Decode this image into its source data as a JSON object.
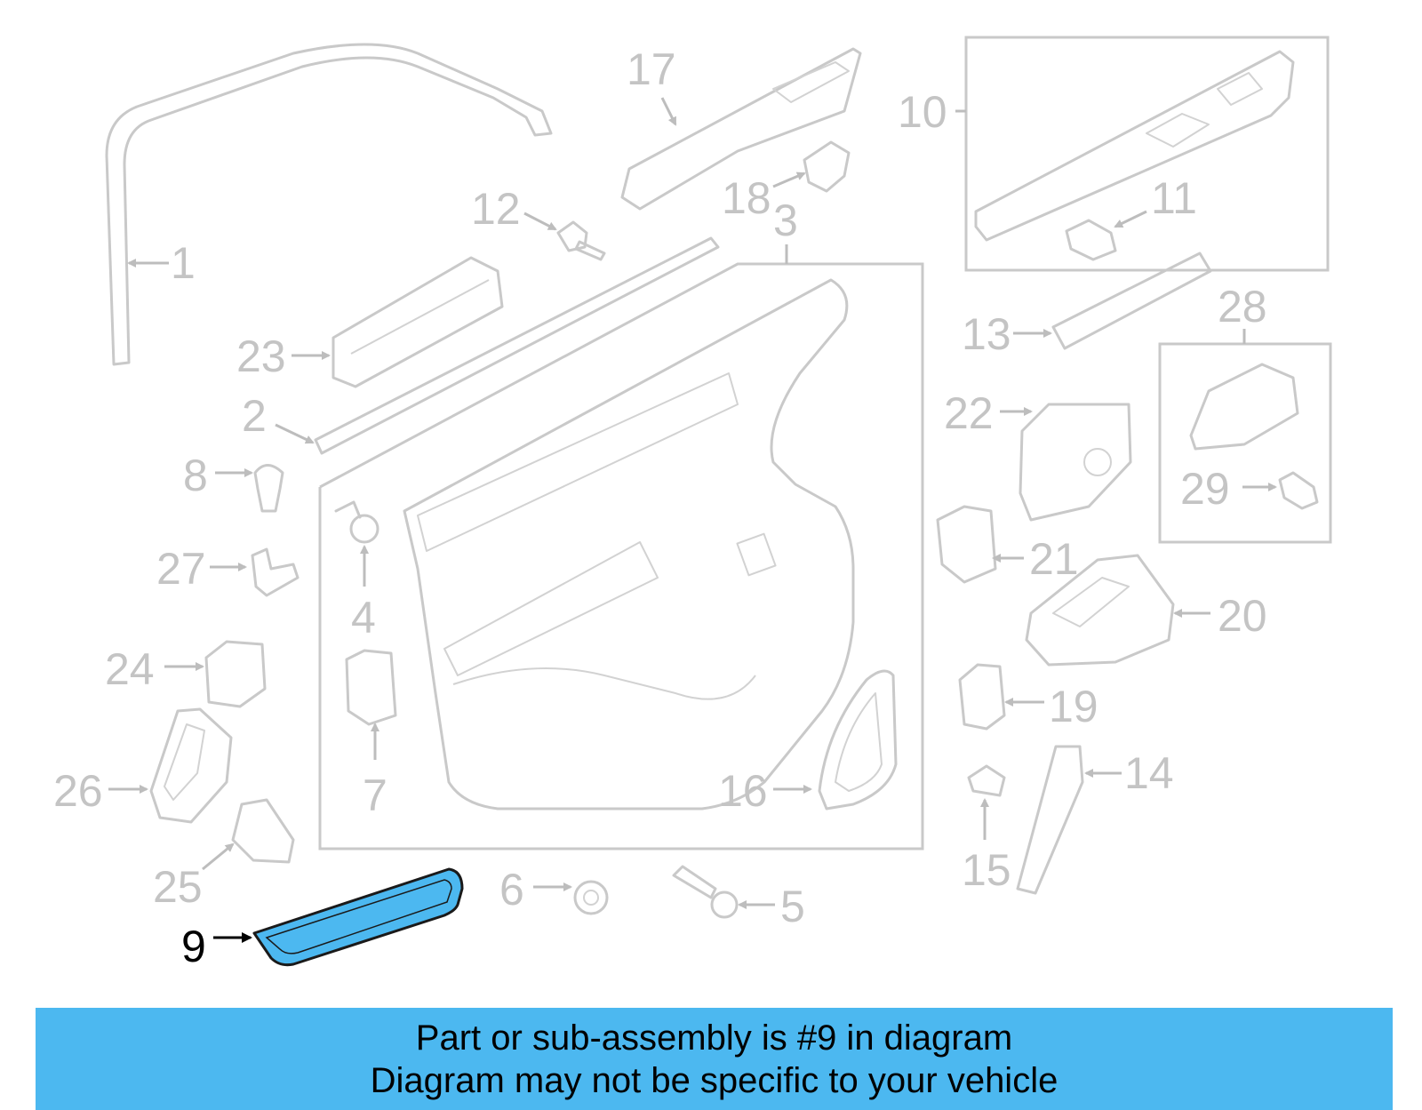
{
  "diagram": {
    "highlight_color": "#4cb8f0",
    "line_color": "#c9c9c9",
    "callouts": {
      "c1": "1",
      "c2": "2",
      "c3": "3",
      "c4": "4",
      "c5": "5",
      "c6": "6",
      "c7": "7",
      "c8": "8",
      "c9": "9",
      "c10": "10",
      "c11": "11",
      "c12": "12",
      "c13": "13",
      "c14": "14",
      "c15": "15",
      "c16": "16",
      "c17": "17",
      "c18": "18",
      "c19": "19",
      "c20": "20",
      "c21": "21",
      "c22": "22",
      "c23": "23",
      "c24": "24",
      "c25": "25",
      "c26": "26",
      "c27": "27",
      "c28": "28",
      "c29": "29"
    },
    "highlighted_part": "9"
  },
  "banner": {
    "line1": "Part or sub-assembly is #9 in diagram",
    "line2": "Diagram may not be specific to your vehicle"
  }
}
